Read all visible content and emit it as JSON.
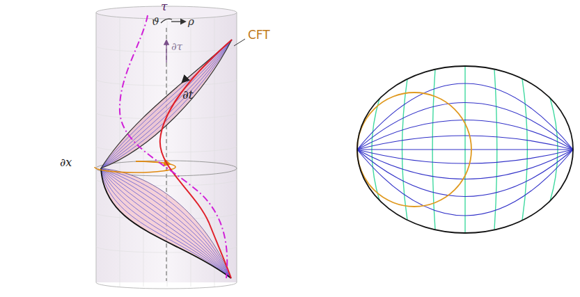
{
  "diagram": {
    "labels": [
      "τ",
      "ϑ",
      "ρ",
      "∂τ",
      "CFT",
      "∂t",
      "∂x"
    ]
  }
}
